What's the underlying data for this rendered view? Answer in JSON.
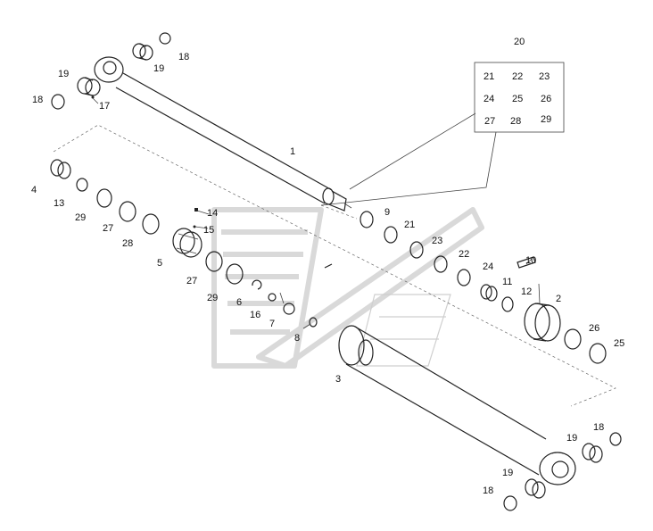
{
  "labels": {
    "l1": "1",
    "l2": "2",
    "l3": "3",
    "l4": "4",
    "l5": "5",
    "l6": "6",
    "l7": "7",
    "l8": "8",
    "l9": "9",
    "l10": "10",
    "l11": "11",
    "l12": "12",
    "l13": "13",
    "l14": "14",
    "l15": "15",
    "l16": "16",
    "l17": "17",
    "l18": "18",
    "l19": "19",
    "l20": "20",
    "l21": "21",
    "l22": "22",
    "l23": "23",
    "l24": "24",
    "l25": "25",
    "l26": "26",
    "l27": "27",
    "l28": "28",
    "l29": "29"
  },
  "kit": {
    "title": "20",
    "items": [
      "21",
      "22",
      "23",
      "24",
      "25",
      "26",
      "27",
      "28",
      "29"
    ]
  }
}
